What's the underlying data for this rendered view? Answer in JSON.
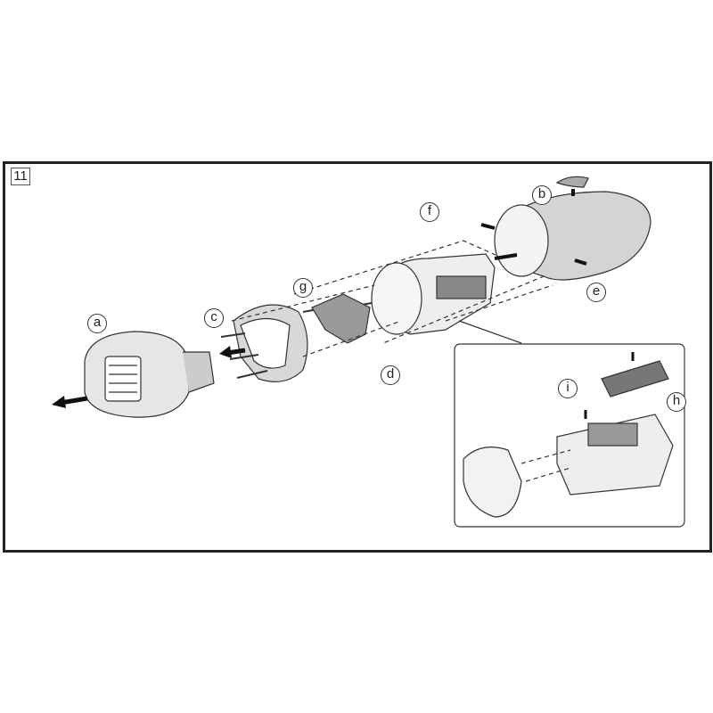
{
  "step_number": "11",
  "part_labels": {
    "a": "a",
    "b": "b",
    "c": "c",
    "d": "d",
    "e": "e",
    "f": "f",
    "g": "g",
    "h": "h",
    "i": "i"
  }
}
